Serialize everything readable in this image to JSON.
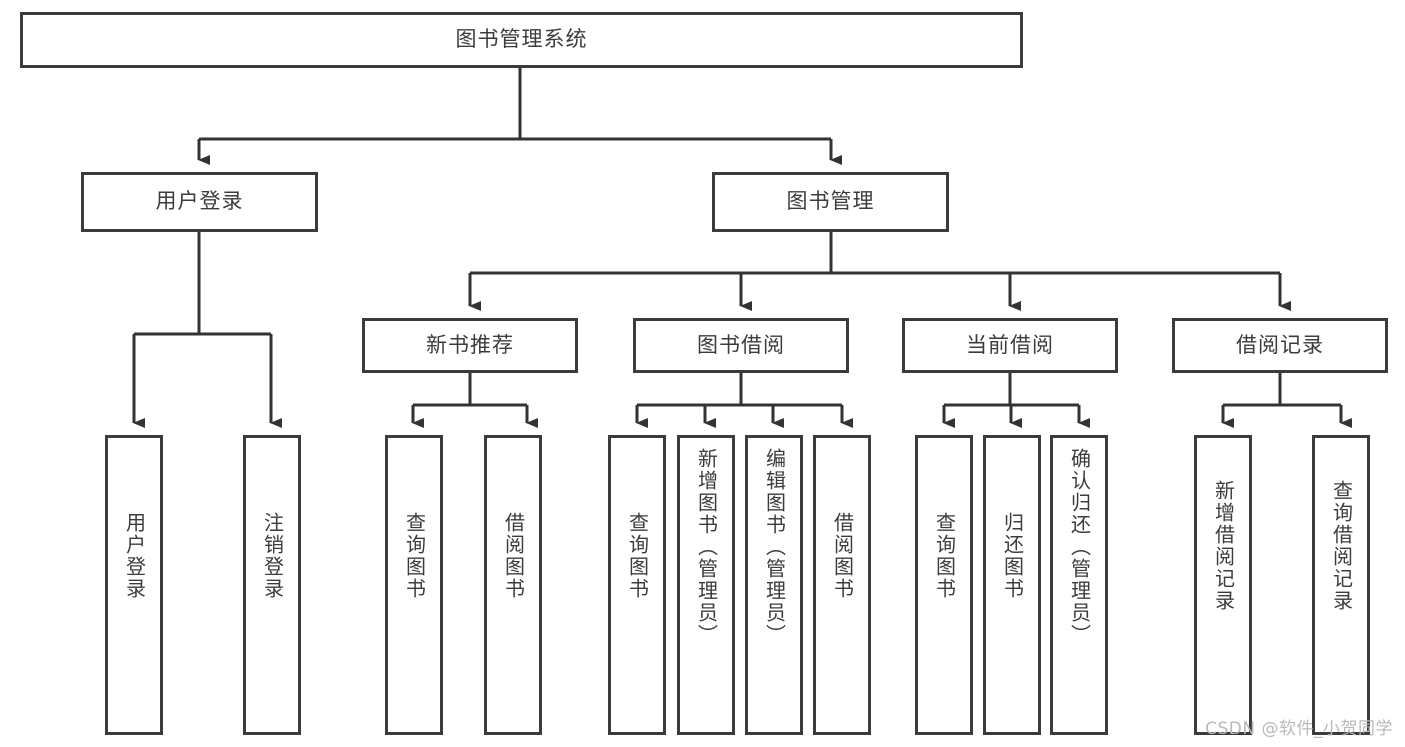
{
  "diagram": {
    "title": "图书管理系统",
    "watermark": "CSDN @软件_小贺同学",
    "colors": {
      "box_border": "#3b3b3b",
      "text": "#3c3c3c",
      "background": "#ffffff",
      "connector": "#333333",
      "watermark": "#b9b9b9"
    },
    "root": {
      "label": "图书管理系统"
    },
    "level2": [
      {
        "id": "user-login",
        "label": "用户登录"
      },
      {
        "id": "book-management",
        "label": "图书管理"
      }
    ],
    "level3": [
      {
        "id": "new-book-recommend",
        "label": "新书推荐",
        "parent": "book-management"
      },
      {
        "id": "book-borrow",
        "label": "图书借阅",
        "parent": "book-management"
      },
      {
        "id": "current-borrow",
        "label": "当前借阅",
        "parent": "book-management"
      },
      {
        "id": "borrow-record",
        "label": "借阅记录",
        "parent": "book-management"
      }
    ],
    "leaves": {
      "user_login": [
        {
          "id": "leaf-user-login",
          "label": "用户登录"
        },
        {
          "id": "leaf-logout",
          "label": "注销登录"
        }
      ],
      "new_book_recommend": [
        {
          "id": "leaf-query-book-1",
          "label": "查询图书"
        },
        {
          "id": "leaf-borrow-book-1",
          "label": "借阅图书"
        }
      ],
      "book_borrow": [
        {
          "id": "leaf-query-book-2",
          "label": "查询图书"
        },
        {
          "id": "leaf-add-book",
          "label": "新增图书（管理员）"
        },
        {
          "id": "leaf-edit-book",
          "label": "编辑图书（管理员）"
        },
        {
          "id": "leaf-borrow-book-2",
          "label": "借阅图书"
        }
      ],
      "current_borrow": [
        {
          "id": "leaf-query-book-3",
          "label": "查询图书"
        },
        {
          "id": "leaf-return-book",
          "label": "归还图书"
        },
        {
          "id": "leaf-confirm-return",
          "label": "确认归还（管理员）"
        }
      ],
      "borrow_record": [
        {
          "id": "leaf-add-record",
          "label": "新增借阅记录"
        },
        {
          "id": "leaf-query-record",
          "label": "查询借阅记录"
        }
      ]
    }
  }
}
